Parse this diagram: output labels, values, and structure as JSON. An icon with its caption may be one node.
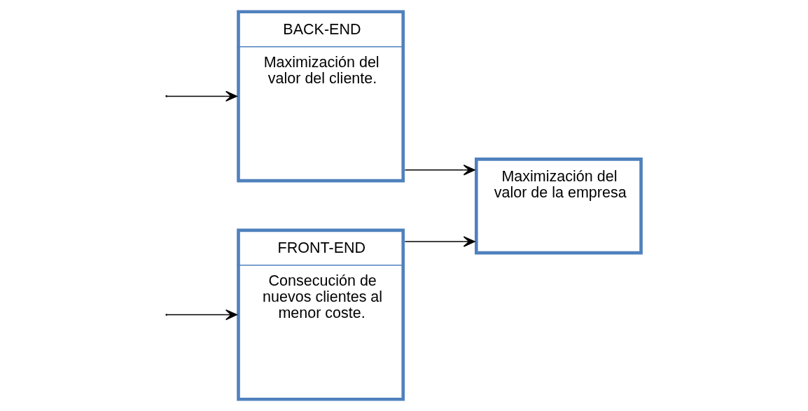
{
  "diagram": {
    "nodes": [
      {
        "text": [
          "FRONT-END",
          "Consecución de nuevos clientes al menor coste."
        ]
      },
      {
        "text": [
          "BACK-END",
          "Maximización del valor del cliente."
        ]
      },
      {
        "text": [
          "Maximización del valor de la empresa"
        ]
      }
    ],
    "edges": [
      {
        "from": null,
        "to": 0,
        "arrow": "to"
      },
      {
        "from": null,
        "to": 1,
        "arrow": "to"
      },
      {
        "from": 0,
        "to": 2,
        "arrow": "to"
      },
      {
        "from": 1,
        "to": 2,
        "arrow": "to"
      }
    ]
  }
}
